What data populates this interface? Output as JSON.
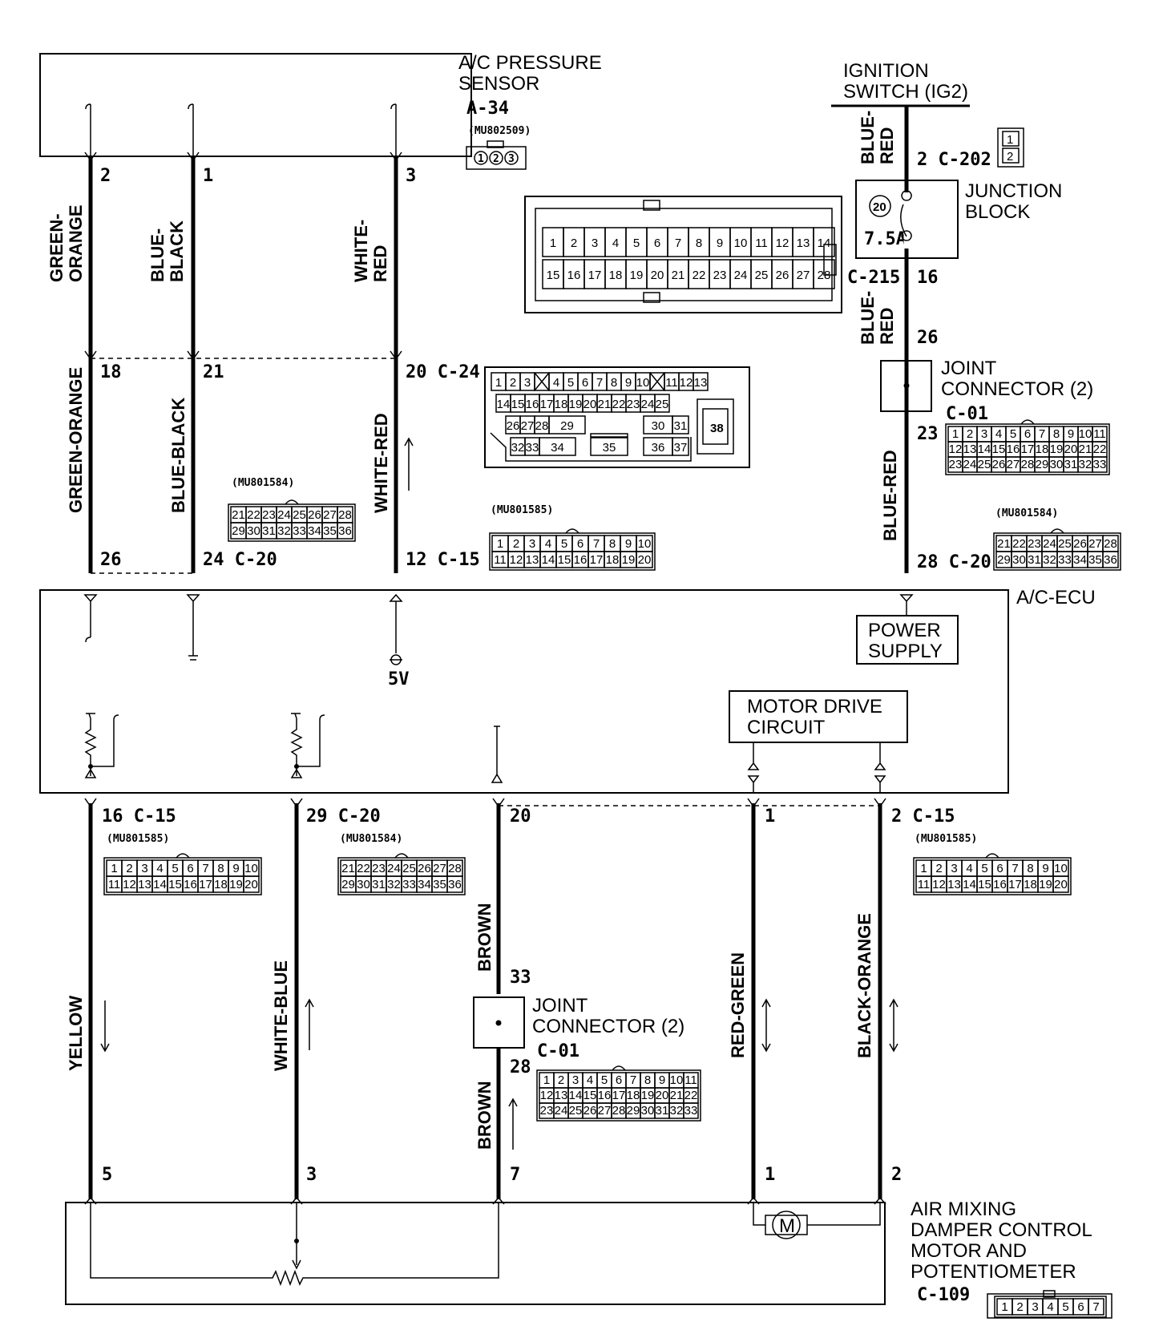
{
  "components": {
    "pressure_sensor": {
      "name_line1": "A/C PRESSURE",
      "name_line2": "SENSOR",
      "connector": "A-34",
      "part": "(MU802509)",
      "pins": [
        "1",
        "2",
        "3"
      ]
    },
    "ignition": {
      "line1": "IGNITION",
      "line2": "SWITCH (IG2)"
    },
    "junction_block": {
      "line1": "JUNCTION",
      "line2": "BLOCK",
      "fuse_no": "20",
      "fuse_amp": "7.5A"
    },
    "joint_top": {
      "line1": "JOINT",
      "line2": "CONNECTOR (2)",
      "code": "C-01"
    },
    "joint_bottom": {
      "line1": "JOINT",
      "line2": "CONNECTOR (2)",
      "code": "C-01"
    },
    "ecu": {
      "name": "A/C-ECU",
      "power_line1": "POWER",
      "power_line2": "SUPPLY",
      "motor_line1": "MOTOR DRIVE",
      "motor_line2": "CIRCUIT",
      "voltage": "5V"
    },
    "damper": {
      "line1": "AIR MIXING",
      "line2": "DAMPER CONTROL",
      "line3": "MOTOR AND",
      "line4": "POTENTIOMETER",
      "code": "C-109",
      "motor_symbol": "M",
      "pins": [
        "1",
        "2",
        "3",
        "4",
        "5",
        "6",
        "7"
      ]
    }
  },
  "wires": {
    "green_orange_1": "GREEN-",
    "green_orange_2": "ORANGE",
    "blue_black_1": "BLUE-",
    "blue_black_2": "BLACK",
    "white_red_1": "WHITE-",
    "white_red_2": "RED",
    "green_orange": "GREEN-ORANGE",
    "blue_black": "BLUE-BLACK",
    "white_red": "WHITE-RED",
    "blue_red_1": "BLUE-",
    "blue_red_2": "RED",
    "blue_red": "BLUE-RED",
    "yellow": "YELLOW",
    "white_blue": "WHITE-BLUE",
    "brown": "BROWN",
    "red_green": "RED-GREEN",
    "black_orange": "BLACK-ORANGE"
  },
  "pins": {
    "s2": "2",
    "s1": "1",
    "s3": "3",
    "m18": "18",
    "m21": "21",
    "m20": "20 C-24",
    "e26": "26",
    "e24": "24 C-20",
    "e12": "12 C-15",
    "ig2": "2 C-202",
    "jb16": "C-215",
    "jb16n": "16",
    "j26": "26",
    "j23": "23",
    "e28": "28 C-20",
    "b16": "16 C-15",
    "b29": "29 C-20",
    "b20": "20",
    "b1": "1",
    "b2": "2 C-15",
    "j33": "33",
    "j28": "28",
    "d5": "5",
    "d3": "3",
    "d7": "7",
    "d1": "1",
    "d2": "2"
  },
  "connectors": {
    "c202_pins": [
      "1",
      "2"
    ],
    "mu801584": "(MU801584)",
    "mu801585": "(MU801585)",
    "c15_rows": [
      [
        "1",
        "2",
        "3",
        "4",
        "5",
        "6",
        "7",
        "8",
        "9",
        "10"
      ],
      [
        "11",
        "12",
        "13",
        "14",
        "15",
        "16",
        "17",
        "18",
        "19",
        "20"
      ]
    ],
    "c20_rows": [
      [
        "21",
        "22",
        "23",
        "24",
        "25",
        "26",
        "27",
        "28"
      ],
      [
        "29",
        "30",
        "31",
        "32",
        "33",
        "34",
        "35",
        "36"
      ]
    ],
    "c01_rows": [
      [
        "1",
        "2",
        "3",
        "4",
        "5",
        "6",
        "7",
        "8",
        "9",
        "10",
        "11"
      ],
      [
        "12",
        "13",
        "14",
        "15",
        "16",
        "17",
        "18",
        "19",
        "20",
        "21",
        "22"
      ],
      [
        "23",
        "24",
        "25",
        "26",
        "27",
        "28",
        "29",
        "30",
        "31",
        "32",
        "33"
      ]
    ],
    "c215_rows": [
      [
        "1",
        "2",
        "3",
        "4",
        "5",
        "6",
        "7",
        "8",
        "9",
        "10",
        "11",
        "12",
        "13",
        "14"
      ],
      [
        "15",
        "16",
        "17",
        "18",
        "19",
        "20",
        "21",
        "22",
        "23",
        "24",
        "25",
        "26",
        "27",
        "28"
      ]
    ],
    "c24_row1": [
      "1",
      "2",
      "3",
      "4",
      "5",
      "6",
      "7",
      "8",
      "9",
      "10",
      "11",
      "12",
      "13"
    ],
    "c24_row2": [
      "14",
      "15",
      "16",
      "17",
      "18",
      "19",
      "20",
      "21",
      "22",
      "23",
      "24",
      "25"
    ],
    "c24_row3": [
      "26",
      "27",
      "28",
      "29",
      "30",
      "31"
    ],
    "c24_row4": [
      "32",
      "33",
      "34",
      "35",
      "36",
      "37"
    ],
    "c24_big": "38"
  }
}
